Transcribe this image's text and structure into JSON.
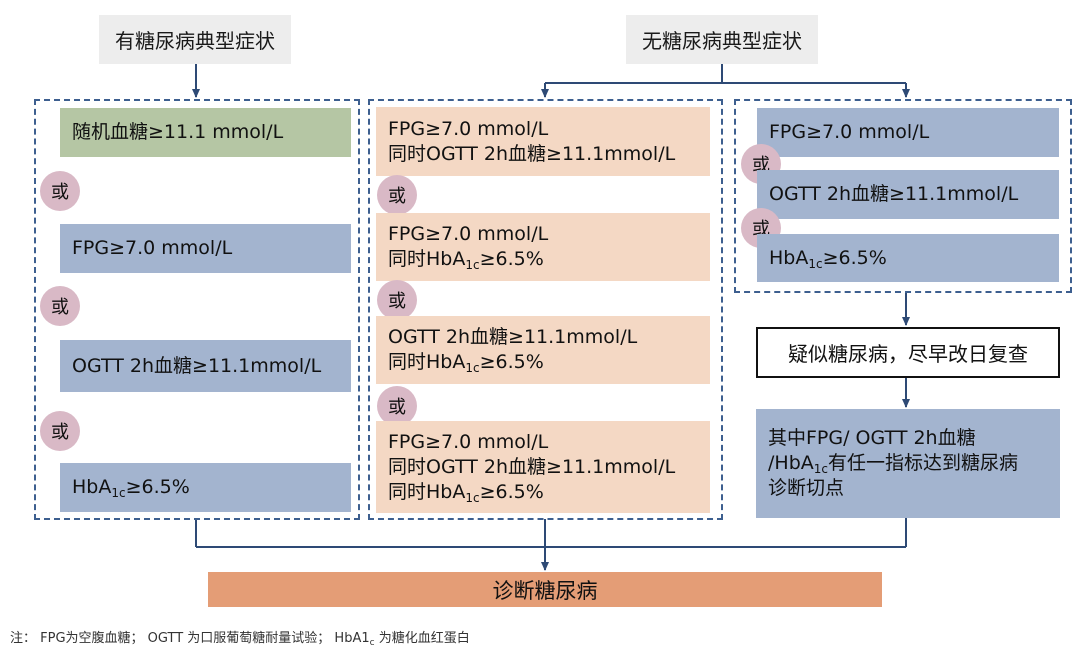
{
  "headers": {
    "with_symptoms": "有糖尿病典型症状",
    "without_symptoms": "无糖尿病典型症状"
  },
  "or_label": "或",
  "left_column": {
    "random_glucose": "随机血糖≥11.1 mmol/L",
    "fpg": "FPG≥7.0 mmol/L",
    "ogtt": "OGTT 2h血糖≥11.1mmol/L",
    "hba1c": {
      "prefix": "HbA",
      "sub": "1c",
      "suffix": "≥6.5%"
    }
  },
  "middle_column": {
    "combo1": {
      "line1": "FPG≥7.0 mmol/L",
      "line2": "同时OGTT 2h血糖≥11.1mmol/L"
    },
    "combo2": {
      "line1": "FPG≥7.0 mmol/L",
      "line2_prefix": "同时HbA",
      "line2_sub": "1c",
      "line2_suffix": "≥6.5%"
    },
    "combo3": {
      "line1": "OGTT 2h血糖≥11.1mmol/L",
      "line2_prefix": "同时HbA",
      "line2_sub": "1c",
      "line2_suffix": "≥6.5%"
    },
    "combo4": {
      "line1": "FPG≥7.0 mmol/L",
      "line2": "同时OGTT 2h血糖≥11.1mmol/L",
      "line3_prefix": "同时HbA",
      "line3_sub": "1c",
      "line3_suffix": "≥6.5%"
    }
  },
  "right_column": {
    "fpg": "FPG≥7.0 mmol/L",
    "ogtt": "OGTT 2h血糖≥11.1mmol/L",
    "hba1c": {
      "prefix": "HbA",
      "sub": "1c",
      "suffix": "≥6.5%"
    },
    "suspect": "疑似糖尿病，尽早改日复查",
    "recheck": {
      "line1": "其中FPG/ OGTT 2h血糖",
      "line2_prefix": "/HbA",
      "line2_sub": "1c",
      "line2_suffix": "有任一指标达到糖尿病",
      "line3": "诊断切点"
    }
  },
  "diagnosis": "诊断糖尿病",
  "note": {
    "prefix": "注：  FPG为空腹血糖；  OGTT 为口服葡萄糖耐量试验；  HbA1",
    "sub": "c",
    "suffix": " 为糖化血红蛋白"
  },
  "colors": {
    "dashed_border": "#3d5f8f",
    "arrow": "#2e4a75",
    "green_box": "#b5c6a4",
    "blue_box": "#a3b4cf",
    "peach_box": "#f4d8c4",
    "or_circle": "#d9b9c6",
    "diagnosis_bar": "#e49d76",
    "header_bg": "#ededed"
  }
}
